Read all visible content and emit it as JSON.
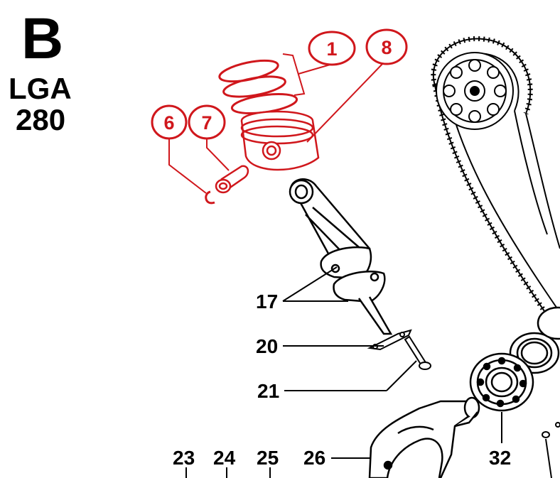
{
  "header": {
    "code_letter": "B",
    "model_name": "LGA",
    "model_number": "280"
  },
  "callouts": {
    "piston_rings": "1",
    "circlip": "6",
    "piston_pin": "7",
    "piston": "8",
    "connecting_rod": "17",
    "rod_bolt_plate": "20",
    "rod_bolt": "21",
    "part_23": "23",
    "part_24": "24",
    "part_25": "25",
    "crankshaft": "26",
    "main_bearing": "32"
  },
  "colors": {
    "highlight": "#d0171c",
    "line": "#000000",
    "background": "#ffffff"
  }
}
